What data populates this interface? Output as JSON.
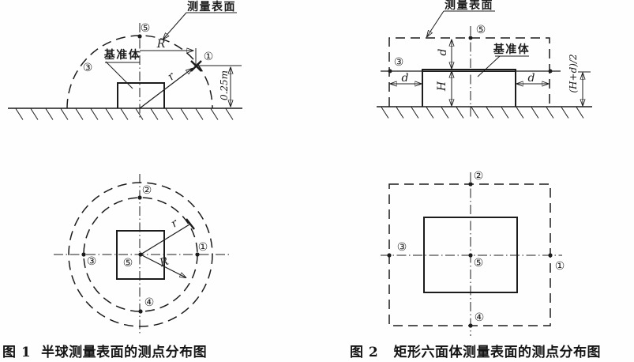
{
  "figure1": {
    "caption": "图 1  半球测量表面的测点分布图",
    "side_view": {
      "measurement_surface": "测量表面",
      "reference_body": "基准体",
      "point_top": "⑤",
      "point_left": "③",
      "point_right": "①",
      "radius_R": "R",
      "radius_r": "r",
      "height": "0.25m"
    },
    "plan_view": {
      "point_top": "②",
      "point_left": "③",
      "point_right": "①",
      "point_bottom": "④",
      "point_center": "⑤",
      "radius_r": "r",
      "radius_R": "R"
    }
  },
  "figure2": {
    "caption": "图 2   矩形六面体测量表面的测点分布图",
    "side_view": {
      "measurement_surface": "测量表面",
      "reference_body": "基准体",
      "point_top": "⑤",
      "point_left": "③",
      "gap_top": "d",
      "gap_left": "d",
      "gap_right": "d",
      "box_height": "H",
      "mid_height": "(H+d)/2"
    },
    "plan_view": {
      "point_top": "②",
      "point_left": "③",
      "point_right": "①",
      "point_bottom": "④",
      "point_center": "⑤"
    }
  },
  "colors": {
    "ink": "#1c1c1c",
    "paper": "#fefefe"
  }
}
